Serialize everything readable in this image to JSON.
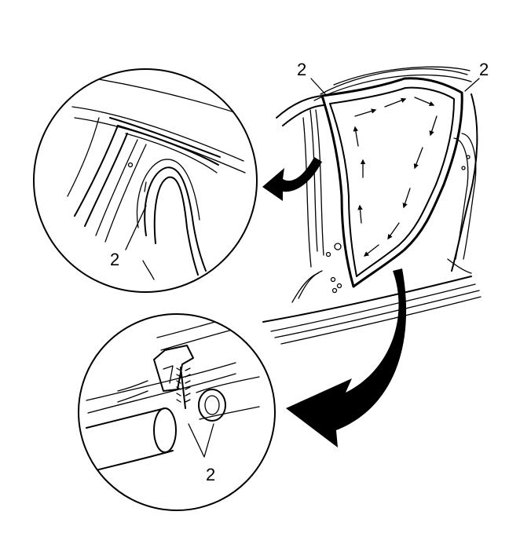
{
  "callouts": {
    "top_left": "2",
    "top_right": "2",
    "upper_detail": "2",
    "lower_detail": "2"
  },
  "icons": {
    "flow_arrow": "arrow-icon",
    "pointer_arrow": "curved-arrow-icon"
  },
  "colors": {
    "ink": "#000000",
    "paper": "#ffffff"
  }
}
